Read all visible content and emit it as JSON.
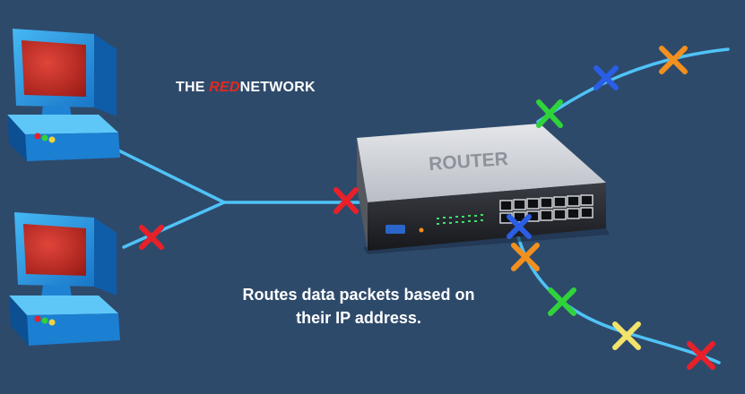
{
  "title": {
    "prefix": "THE",
    "highlight": "RED",
    "suffix": "NETWORK"
  },
  "router_label": "ROUTER",
  "caption": "Routes data packets based on their IP address.",
  "colors": {
    "background": "#2e4a6b",
    "cable": "#4fc3f7",
    "highlight": "#e8281c",
    "packet_red": "#e8202a",
    "packet_green": "#2fd33a",
    "packet_blue": "#2a5ee6",
    "packet_orange": "#f2901e",
    "packet_yellow": "#f2e36a"
  },
  "computers": [
    {
      "name": "computer-top"
    },
    {
      "name": "computer-bottom"
    }
  ],
  "packets": [
    {
      "name": "packet-red-left-cable",
      "color": "red"
    },
    {
      "name": "packet-red-router-input",
      "color": "red"
    },
    {
      "name": "packet-green-upper-1",
      "color": "green"
    },
    {
      "name": "packet-blue-upper",
      "color": "blue"
    },
    {
      "name": "packet-orange-upper",
      "color": "orange"
    },
    {
      "name": "packet-blue-lower",
      "color": "blue"
    },
    {
      "name": "packet-orange-lower",
      "color": "orange"
    },
    {
      "name": "packet-green-lower",
      "color": "green"
    },
    {
      "name": "packet-yellow-lower",
      "color": "yellow"
    },
    {
      "name": "packet-red-lower",
      "color": "red"
    }
  ]
}
